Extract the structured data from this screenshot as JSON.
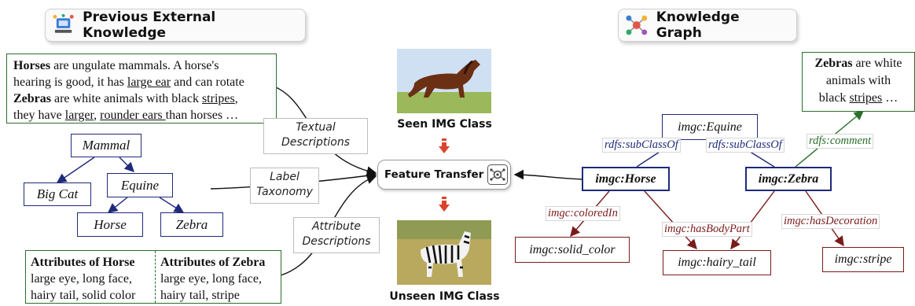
{
  "headers": {
    "left": "Previous External Knowledge",
    "right": "Knowledge Graph"
  },
  "textual": {
    "horse_name": "Horses",
    "horse_t1": " are ungulate mammals. A horse's",
    "horse_t2": "hearing is good, it has ",
    "horse_u1": "large ear",
    "horse_t3": " and can rotate",
    "zebra_name": "Zebras",
    "zebra_t1": " are white animals with black ",
    "zebra_u1": "stripes",
    "zebra_t2": ",",
    "zebra_t3": "they have ",
    "zebra_u2": "larger",
    "zebra_t4": ", ",
    "zebra_u3": "rounder ears ",
    "zebra_t5": "than horses …"
  },
  "taxonomy": {
    "mammal": "Mammal",
    "big_cat": "Big Cat",
    "equine": "Equine",
    "horse": "Horse",
    "zebra": "Zebra"
  },
  "attributes": {
    "horse_title": "Attributes of Horse",
    "horse_l1": "large eye, long face,",
    "horse_l2": "hairy tail, solid color",
    "zebra_title": "Attributes of Zebra",
    "zebra_l1": "large eye, long face,",
    "zebra_l2": "hairy tail, stripe"
  },
  "source_labels": {
    "textual_1": "Textual",
    "textual_2": "Descriptions",
    "label_1": "Label",
    "label_2": "Taxonomy",
    "attr_1": "Attribute",
    "attr_2": "Descriptions"
  },
  "center": {
    "seen": "Seen IMG Class",
    "feature_transfer": "Feature Transfer",
    "unseen": "Unseen IMG Class"
  },
  "kg": {
    "equine": "imgc:Equine",
    "horse": "imgc:Horse",
    "zebra": "imgc:Zebra",
    "solid_color": "imgc:solid_color",
    "hairy_tail": "imgc:hairy_tail",
    "stripe": "imgc:stripe",
    "subclass_left": "rdfs:subClassOf",
    "subclass_right": "rdfs:subClassOf",
    "comment": "rdfs:comment",
    "colored_in": "imgc:coloredIn",
    "has_body_part": "imgc:hasBodyPart",
    "has_decoration": "imgc:hasDecoration",
    "comment_name": "Zebras",
    "comment_t1": " are white",
    "comment_t2": "animals with",
    "comment_t3": "black ",
    "comment_u": "stripes",
    "comment_t4": " …"
  },
  "colors": {
    "taxonomy_blue": "#1f2a7a",
    "relation_red": "#7a1a1a",
    "comment_green": "#2a6e2a",
    "transfer_arrow": "#d9442b"
  }
}
